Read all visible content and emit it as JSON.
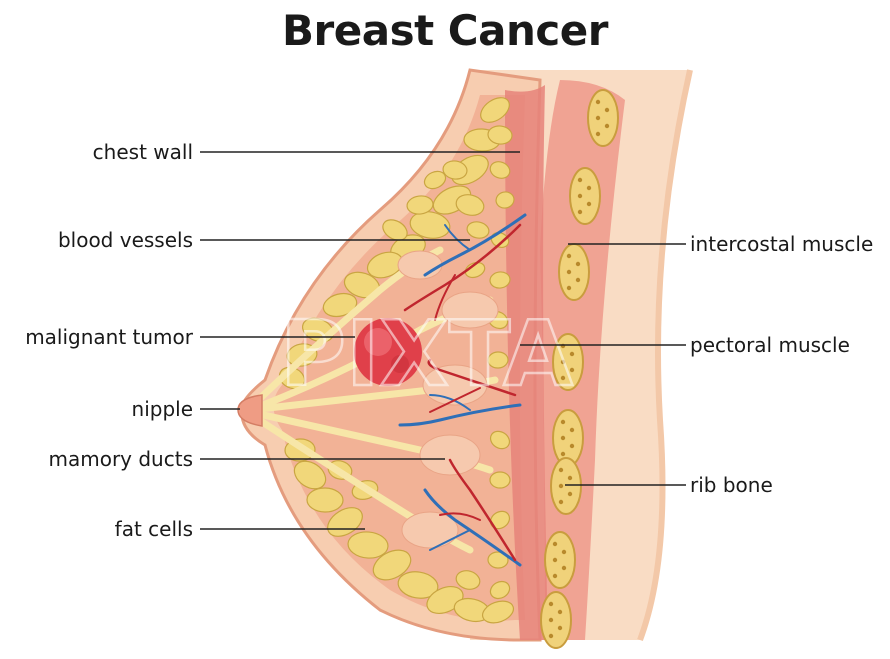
{
  "title": "Breast Cancer",
  "labels_left": [
    {
      "key": "chest_wall",
      "text": "chest wall"
    },
    {
      "key": "blood_vessels",
      "text": "blood vessels"
    },
    {
      "key": "malignant_tumor",
      "text": "malignant tumor"
    },
    {
      "key": "nipple",
      "text": "nipple"
    },
    {
      "key": "mamory_ducts",
      "text": "mamory ducts"
    },
    {
      "key": "fat_cells",
      "text": "fat cells"
    }
  ],
  "labels_right": [
    {
      "key": "intercostal_muscle",
      "text": "intercostal muscle"
    },
    {
      "key": "pectoral_muscle",
      "text": "pectoral muscle"
    },
    {
      "key": "rib_bone",
      "text": "rib bone"
    }
  ],
  "watermark": "PIXTA",
  "colors": {
    "skin": "#f7d2b4",
    "skin_edge": "#e9a98a",
    "tissue": "#f4b89c",
    "fat": "#f1d77a",
    "fat_edge": "#c9a542",
    "muscle": "#e8968a",
    "tumor": "#e0404a",
    "vein": "#2f6fb7",
    "artery": "#c0262e",
    "rib": "#f0d27a"
  }
}
